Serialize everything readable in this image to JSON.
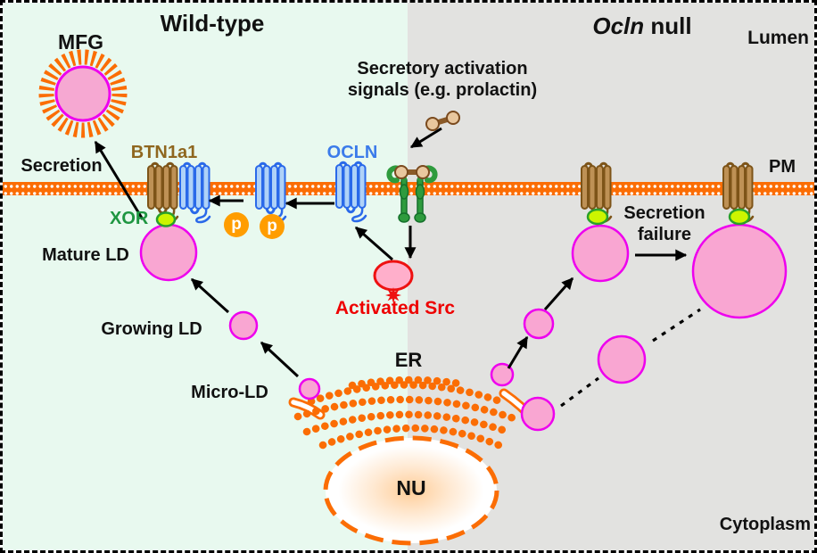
{
  "panel": {
    "wild_type_title": "Wild-type",
    "ocln_gene": "Ocln",
    "ocln_rest": " null",
    "lumen": "Lumen",
    "pm": "PM",
    "cytoplasm": "Cytoplasm"
  },
  "labels": {
    "mfg": "MFG",
    "secretion": "Secretion",
    "btn1a1": "BTN1a1",
    "ocln": "OCLN",
    "xor": "XOR",
    "secretory_signals": "Secretory activation signals (e.g. prolactin)",
    "activated_src": "Activated Src",
    "mature_ld": "Mature LD",
    "growing_ld": "Growing LD",
    "micro_ld": "Micro-LD",
    "er": "ER",
    "nu": "NU",
    "secretion_failure": "Secretion failure",
    "phospho": "p"
  },
  "colors": {
    "wild_type_bg": "#E8F9EF",
    "ocln_null_bg": "#E2E2E0",
    "membrane_orange": "#FB6D04",
    "ld_fill": "#F9A6D2",
    "ld_border": "#EE00EE",
    "btn1a1_brown": "#8F671F",
    "ocln_blue": "#3B7BEA",
    "xor_green": "#1E9641",
    "phospho_orange": "#FF9D00",
    "src_red": "#EE1111",
    "src_red_text": "#EE0000",
    "receptor_green": "#2E9B3D"
  }
}
